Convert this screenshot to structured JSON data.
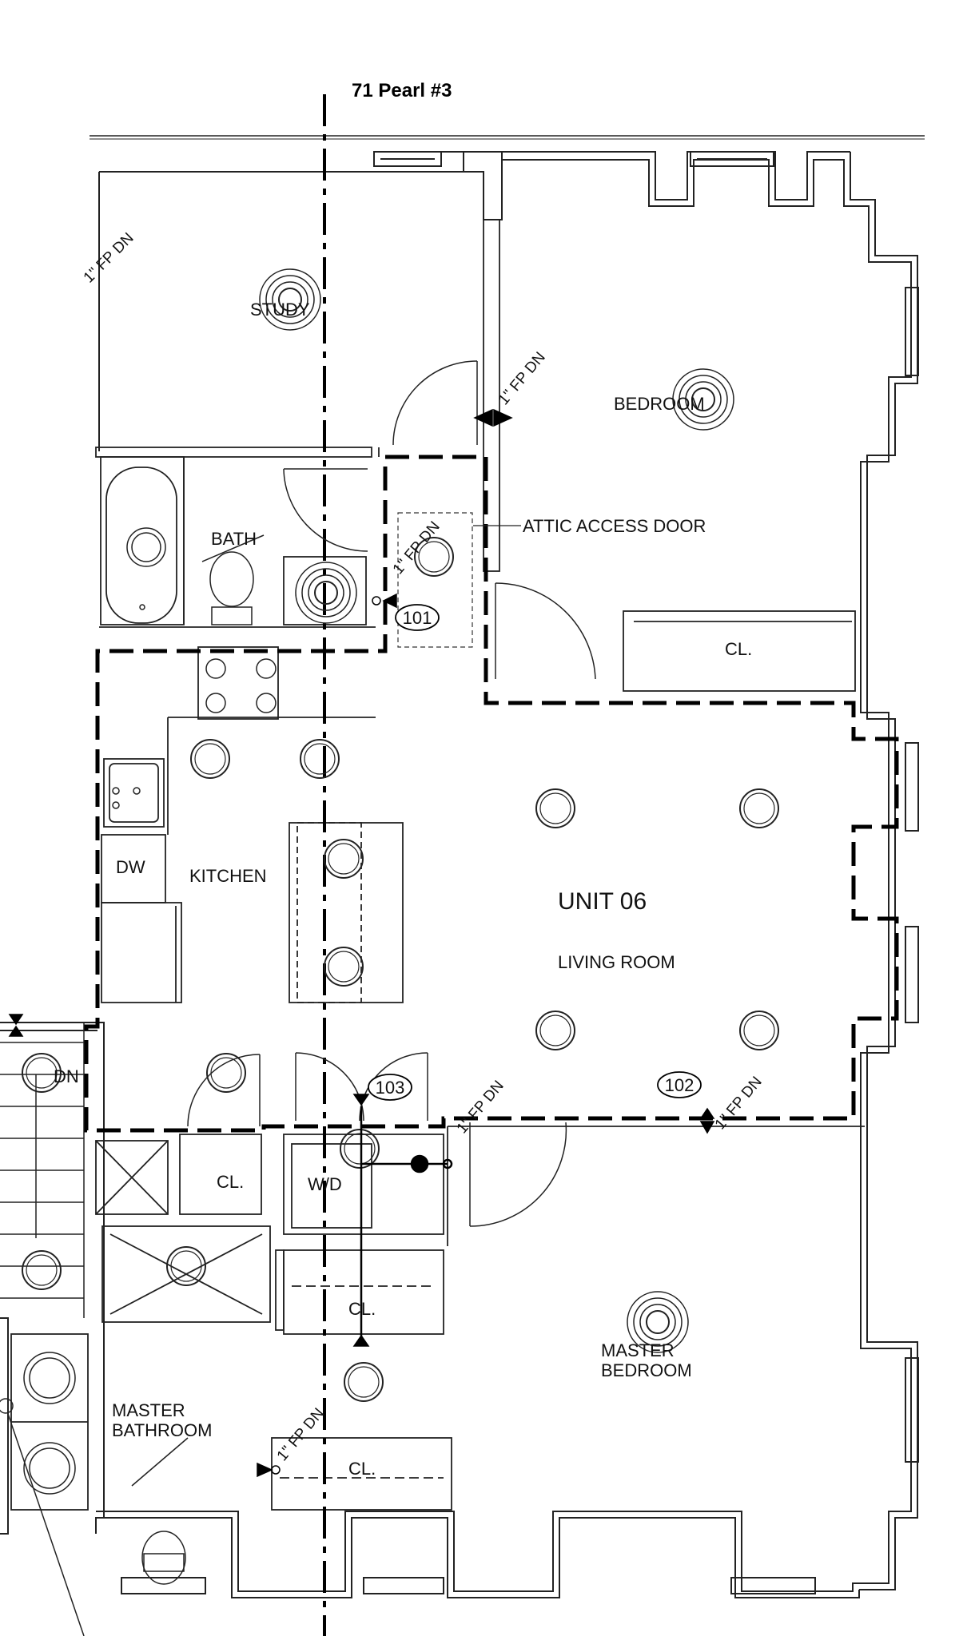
{
  "title": "71 Pearl #3",
  "unit_label": "UNIT 06",
  "rooms": {
    "study": "STUDY",
    "bedroom": "BEDROOM",
    "bath": "BATH",
    "kitchen": "KITCHEN",
    "dishwasher": "DW",
    "living_room": "LIVING ROOM",
    "closet": "CL.",
    "washer_dryer": "W/D",
    "master_bedroom_line1": "MASTER",
    "master_bedroom_line2": "BEDROOM",
    "master_bathroom_line1": "MASTER",
    "master_bathroom_line2": "BATHROOM",
    "stair_down": "DN"
  },
  "annotations": {
    "attic_access_door": "ATTIC ACCESS DOOR",
    "fp_dn": "1\" FP DN"
  },
  "tags": {
    "tag_101": "101",
    "tag_102": "102",
    "tag_103": "103"
  }
}
